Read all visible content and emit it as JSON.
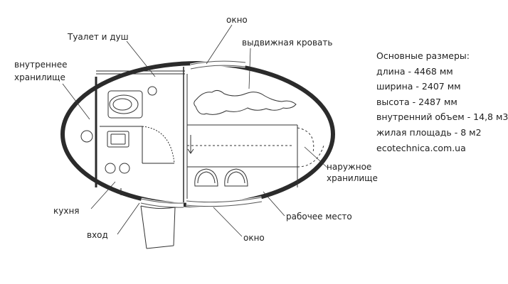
{
  "labels": {
    "window_top": "окно",
    "toilet_shower": "Туалет и душ",
    "sliding_bed": "выдвижная кровать",
    "internal_storage": "внутреннее\nхранилище",
    "external_storage": "наружное\nхранилище",
    "kitchen": "кухня",
    "entrance": "вход",
    "workplace": "рабочее место",
    "window_bottom": "окно"
  },
  "specs": {
    "title": "Основные размеры:",
    "lines": [
      "длина - 4468 мм",
      "ширина - 2407 мм",
      "высота - 2487 мм",
      "внутренний объем - 14,8 м3",
      "жилая площадь - 8 м2",
      "ecotechnica.com.ua"
    ]
  }
}
